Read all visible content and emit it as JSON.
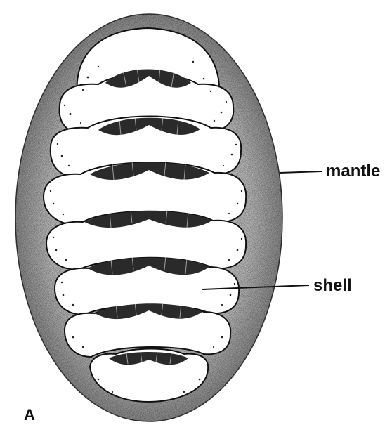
{
  "labels": {
    "mantle": "mantle",
    "shell": "shell",
    "panel": "A"
  },
  "colors": {
    "ink": "#111111",
    "mantle_fill": "#bdbdbd",
    "plate_fill": "#ffffff"
  }
}
